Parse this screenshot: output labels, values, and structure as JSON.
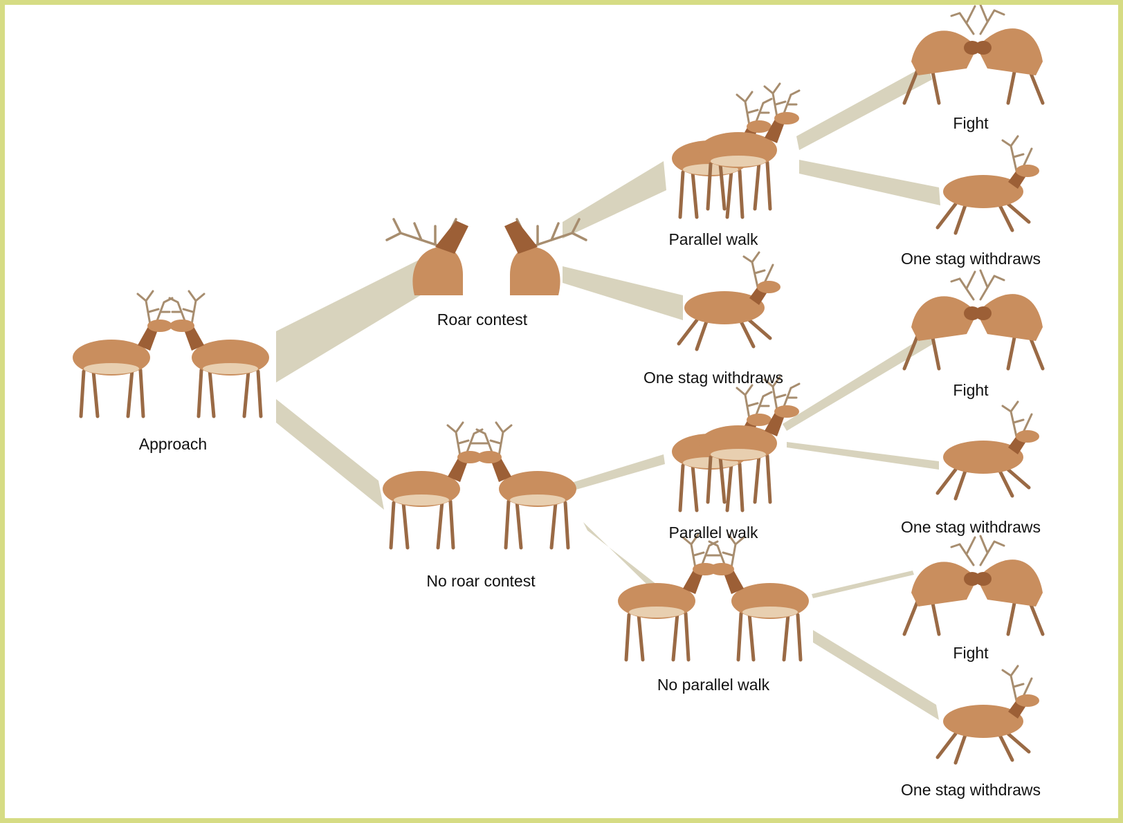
{
  "diagram": {
    "border_color": "#d6dc84",
    "branch_color": "#d8d3bd",
    "nodes": {
      "approach": "Approach",
      "roar_contest": "Roar contest",
      "no_roar_contest": "No roar contest",
      "parallel_walk_upper": "Parallel walk",
      "withdraw_after_roar": "One stag withdraws",
      "parallel_walk_lower": "Parallel walk",
      "no_parallel_walk": "No parallel walk",
      "fight_1": "Fight",
      "withdraw_1": "One stag withdraws",
      "fight_2": "Fight",
      "withdraw_2": "One stag withdraws",
      "fight_3": "Fight",
      "withdraw_3": "One stag withdraws"
    }
  }
}
